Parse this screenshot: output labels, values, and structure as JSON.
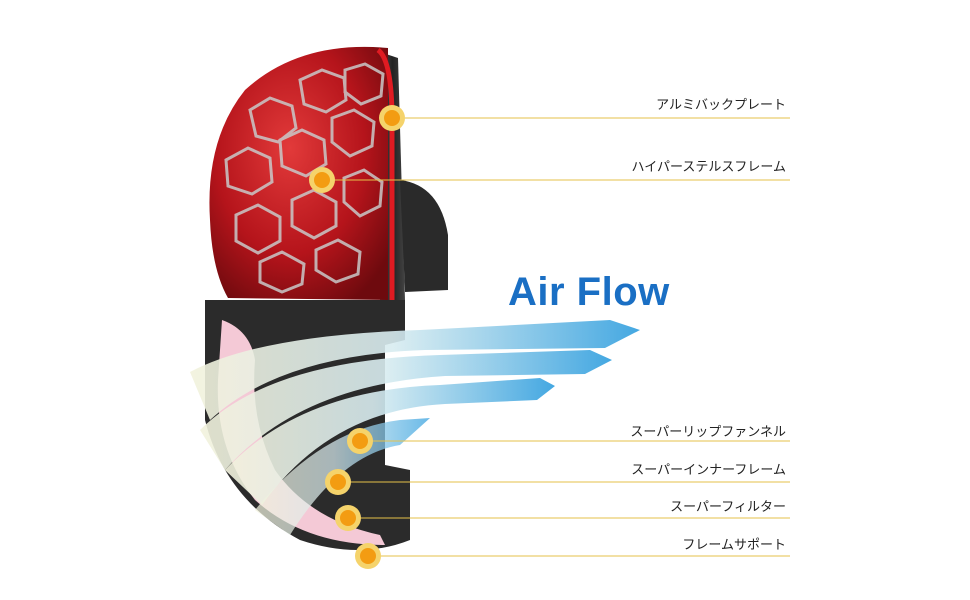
{
  "airflow_title": "Air Flow",
  "colors": {
    "filter_red": "#c0151c",
    "frame_dark": "#2b2b2b",
    "marker_orange": "#f39c12",
    "marker_ring": "#f5d36b",
    "leader_line": "#e6c24a",
    "airflow_blue": "#1a6fc4",
    "inner_pink": "#f4c9d6"
  },
  "parts": [
    {
      "label": "アルミバックプレート"
    },
    {
      "label": "ハイパーステルスフレーム"
    },
    {
      "label": "スーパーリップファンネル"
    },
    {
      "label": "スーパーインナーフレーム"
    },
    {
      "label": "スーパーフィルター"
    },
    {
      "label": "フレームサポート"
    }
  ]
}
